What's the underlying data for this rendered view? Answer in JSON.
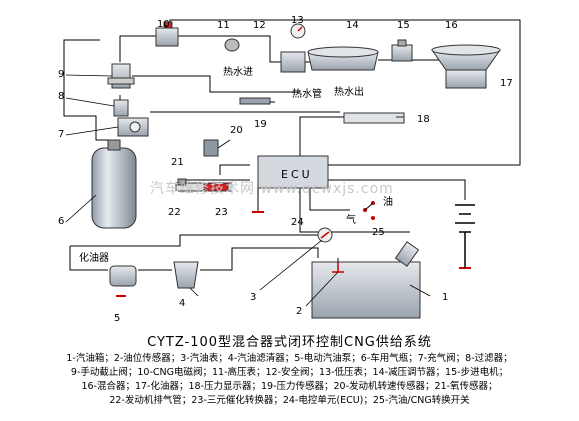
{
  "diagram": {
    "caption": "CYTZ-100型混合器式闭环控制CNG供给系统",
    "watermark": "汽车维修技术网 www.qcwxjs.com",
    "ecu_label": "ECU",
    "hot_water_in": "热水进",
    "hot_water_pipe": "热水管",
    "hot_water_out": "热水出",
    "oil_filter": "化油器",
    "switch_oil": "油",
    "switch_gas": "气",
    "numbers": {
      "n1": "1",
      "n2": "2",
      "n3": "3",
      "n4": "4",
      "n5": "5",
      "n6": "6",
      "n7": "7",
      "n8": "8",
      "n9": "9",
      "n10": "10",
      "n11": "11",
      "n12": "12",
      "n13": "13",
      "n14": "14",
      "n15": "15",
      "n16": "16",
      "n17": "17",
      "n18": "18",
      "n19": "19",
      "n20": "20",
      "n21": "21",
      "n22": "22",
      "n23": "23",
      "n24": "24",
      "n25": "25"
    },
    "legend": [
      "1-汽油箱；2-油位传感器；3-汽油表；4-汽油滤清器；5-电动汽油泵；6-车用气瓶；7-充气阀；8-过滤器；",
      "9-手动截止阀；10-CNG电磁阀；11-高压表；12-安全阀；13-低压表；14-减压调节器；15-步进电机；",
      "16-混合器；17-化油器；18-压力显示器；19-压力传感器；20-发动机转速传感器；21-氧传感器；",
      "22-发动机排气管；23-三元催化转换器；24-电控单元(ECU)；25-汽油/CNG转换开关"
    ]
  }
}
